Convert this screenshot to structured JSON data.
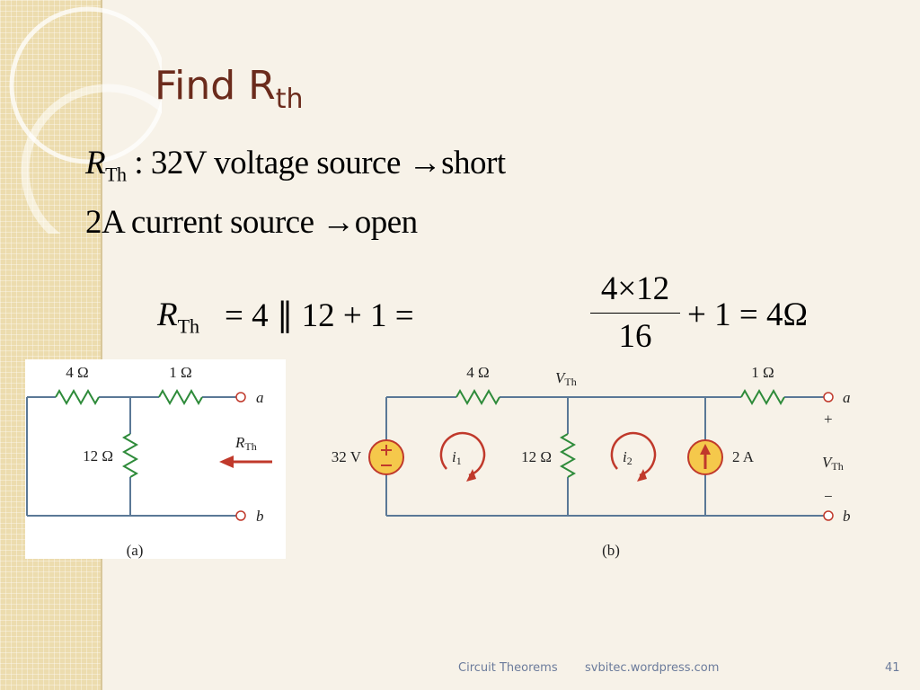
{
  "slide": {
    "title_main": "Find R",
    "title_sub": "th",
    "line1": {
      "sym": "R",
      "sub": "Th",
      "text": " : 32V voltage source →short"
    },
    "line2": {
      "text": "2A current source →open"
    },
    "equation": {
      "lhs_sym": "R",
      "lhs_sub": "Th",
      "part1": "= 4 ∥ 12 + 1 =",
      "numerator": "4×12",
      "denominator": "16",
      "part2": "+ 1 = 4Ω"
    }
  },
  "figure_a": {
    "label": "(a)",
    "r_top_left": "4 Ω",
    "r_top_right": "1 Ω",
    "r_mid": "12 Ω",
    "node_a": "a",
    "node_b": "b",
    "rth_sym": "R",
    "rth_sub": "Th"
  },
  "figure_b": {
    "label": "(b)",
    "vsource": "32 V",
    "r_top_left": "4 Ω",
    "vth_top_sym": "V",
    "vth_top_sub": "Th",
    "r_top_right": "1 Ω",
    "r_mid": "12 Ω",
    "isource": "2 A",
    "i1_sym": "i",
    "i1_sub": "1",
    "i2_sym": "i",
    "i2_sub": "2",
    "node_a": "a",
    "node_b": "b",
    "plus": "+",
    "minus": "−",
    "vth_sym": "V",
    "vth_sub": "Th"
  },
  "footer": {
    "left": "Circuit Theorems",
    "center": "svbitec.wordpress.com",
    "page": "41"
  },
  "colors": {
    "title": "#6b2b1c",
    "wire": "#5a7896",
    "resistor": "#2e8b3a",
    "source_fill": "#f5c84b",
    "source_stroke": "#c0392b",
    "arrow": "#c0392b",
    "footer": "#6b7b9b"
  }
}
